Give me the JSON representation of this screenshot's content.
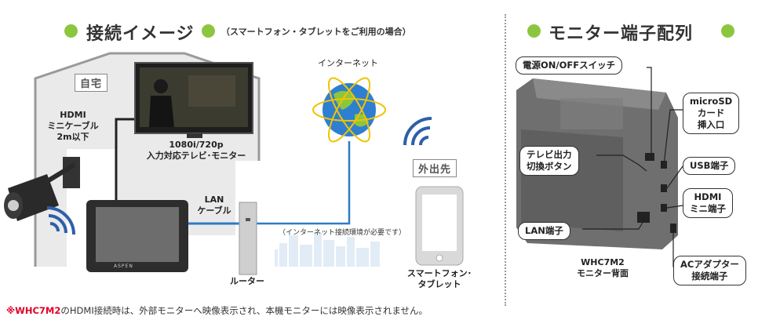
{
  "left": {
    "title": "接続イメージ",
    "subtitle": "（スマートフォン・タブレットをご利用の場合）",
    "home_tag": "自宅",
    "hdmi_cable": [
      "HDMI",
      "ミニケーブル",
      "2m以下"
    ],
    "tv_label": [
      "1080i/720p",
      "入力対応テレビ･モニター"
    ],
    "internet_label": "インターネット",
    "outside_tag": "外出先",
    "lan_cable": [
      "LAN",
      "ケーブル"
    ],
    "router_label": "ルーター",
    "internet_note": "（インターネット接続環境が必要です）",
    "smartphone_label": [
      "スマートフォン･",
      "タブレット"
    ],
    "monitor_brand": "ASPEN"
  },
  "right": {
    "title": "モニター端子配列",
    "callouts": {
      "power_switch": "電源ON/OFFスイッチ",
      "microsd": [
        "microSD",
        "カード",
        "挿入口"
      ],
      "tv_out": [
        "テレビ出力",
        "切換ボタン"
      ],
      "usb": "USB端子",
      "hdmi_mini": [
        "HDMI",
        "ミニ端子"
      ],
      "lan": "LAN端子",
      "ac_adapter": [
        "ACアダプター",
        "接続端子"
      ]
    },
    "back_label": [
      "WHC7M2",
      "モニター背面"
    ]
  },
  "footnote": {
    "mark": "※WHC7M2",
    "text": "のHDMI接続時は、外部モニターへ映像表示され、本機モニターには映像表示されません。"
  },
  "colors": {
    "accent_green": "#8cc63f",
    "wifi_blue": "#2e5fa8",
    "cable_blue": "#2e7bc4",
    "note_red": "#e0002a"
  }
}
